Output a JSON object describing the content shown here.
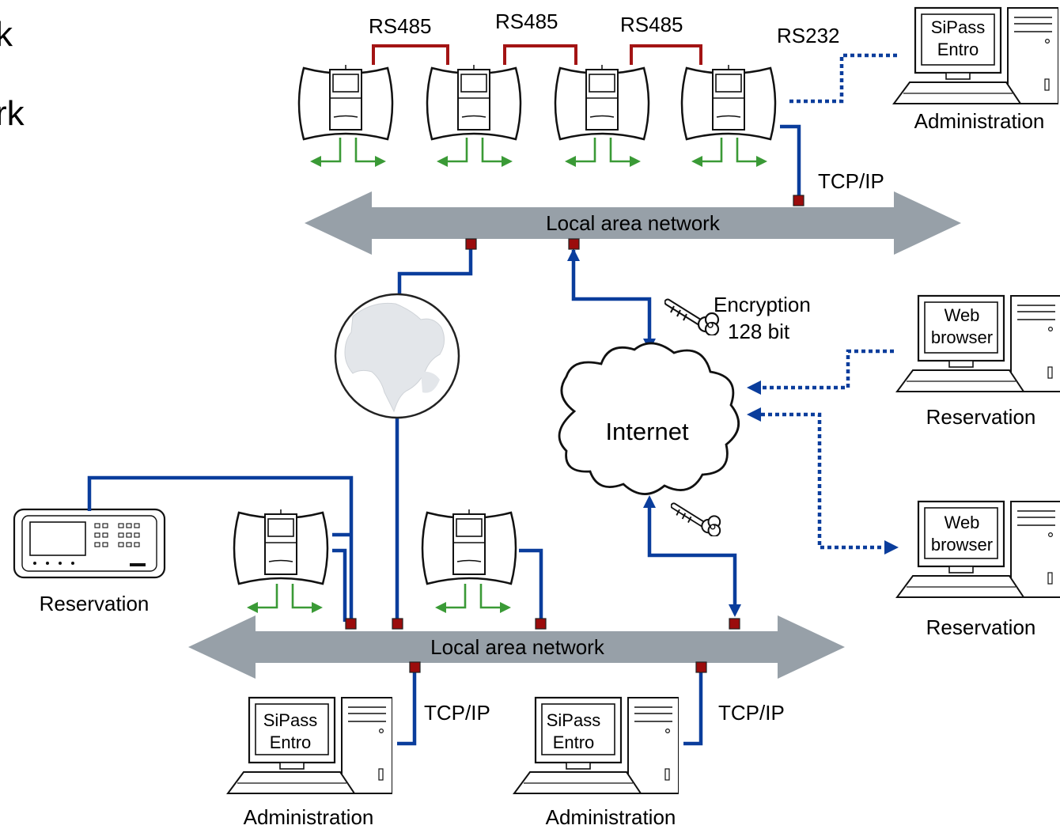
{
  "side_text": {
    "line1": "k",
    "line2": "rk"
  },
  "bus_labels": {
    "rs485_1": "RS485",
    "rs485_2": "RS485",
    "rs485_3": "RS485",
    "rs232": "RS232"
  },
  "networks": {
    "top_lan": "Local area network",
    "bottom_lan": "Local area network"
  },
  "protocol_labels": {
    "tcpip_top": "TCP/IP",
    "tcpip_bottom_left": "TCP/IP",
    "tcpip_bottom_right": "TCP/IP"
  },
  "encryption": {
    "line1": "Encryption",
    "line2": "128 bit"
  },
  "cloud_label": "Internet",
  "computers": {
    "admin_top": {
      "screen_line1": "SiPass",
      "screen_line2": "Entro",
      "caption": "Administration"
    },
    "web_top": {
      "screen_line1": "Web",
      "screen_line2": "browser",
      "caption": "Reservation"
    },
    "web_bottom": {
      "screen_line1": "Web",
      "screen_line2": "browser",
      "caption": "Reservation"
    },
    "admin_bottom_left": {
      "screen_line1": "SiPass",
      "screen_line2": "Entro",
      "caption": "Administration"
    },
    "admin_bottom_right": {
      "screen_line1": "SiPass",
      "screen_line2": "Entro",
      "caption": "Administration"
    }
  },
  "reservation_terminal": {
    "caption": "Reservation"
  },
  "colors": {
    "lan_arrow": "#97a0a8",
    "link_blue": "#0a3d9c",
    "rs485_red": "#a31414",
    "port_red": "#9b0c0c",
    "door_green": "#3a9a36"
  },
  "icons": [
    "door-controller-icon",
    "globe-icon",
    "key-icon",
    "cloud-icon",
    "computer-icon",
    "reservation-terminal-icon"
  ]
}
